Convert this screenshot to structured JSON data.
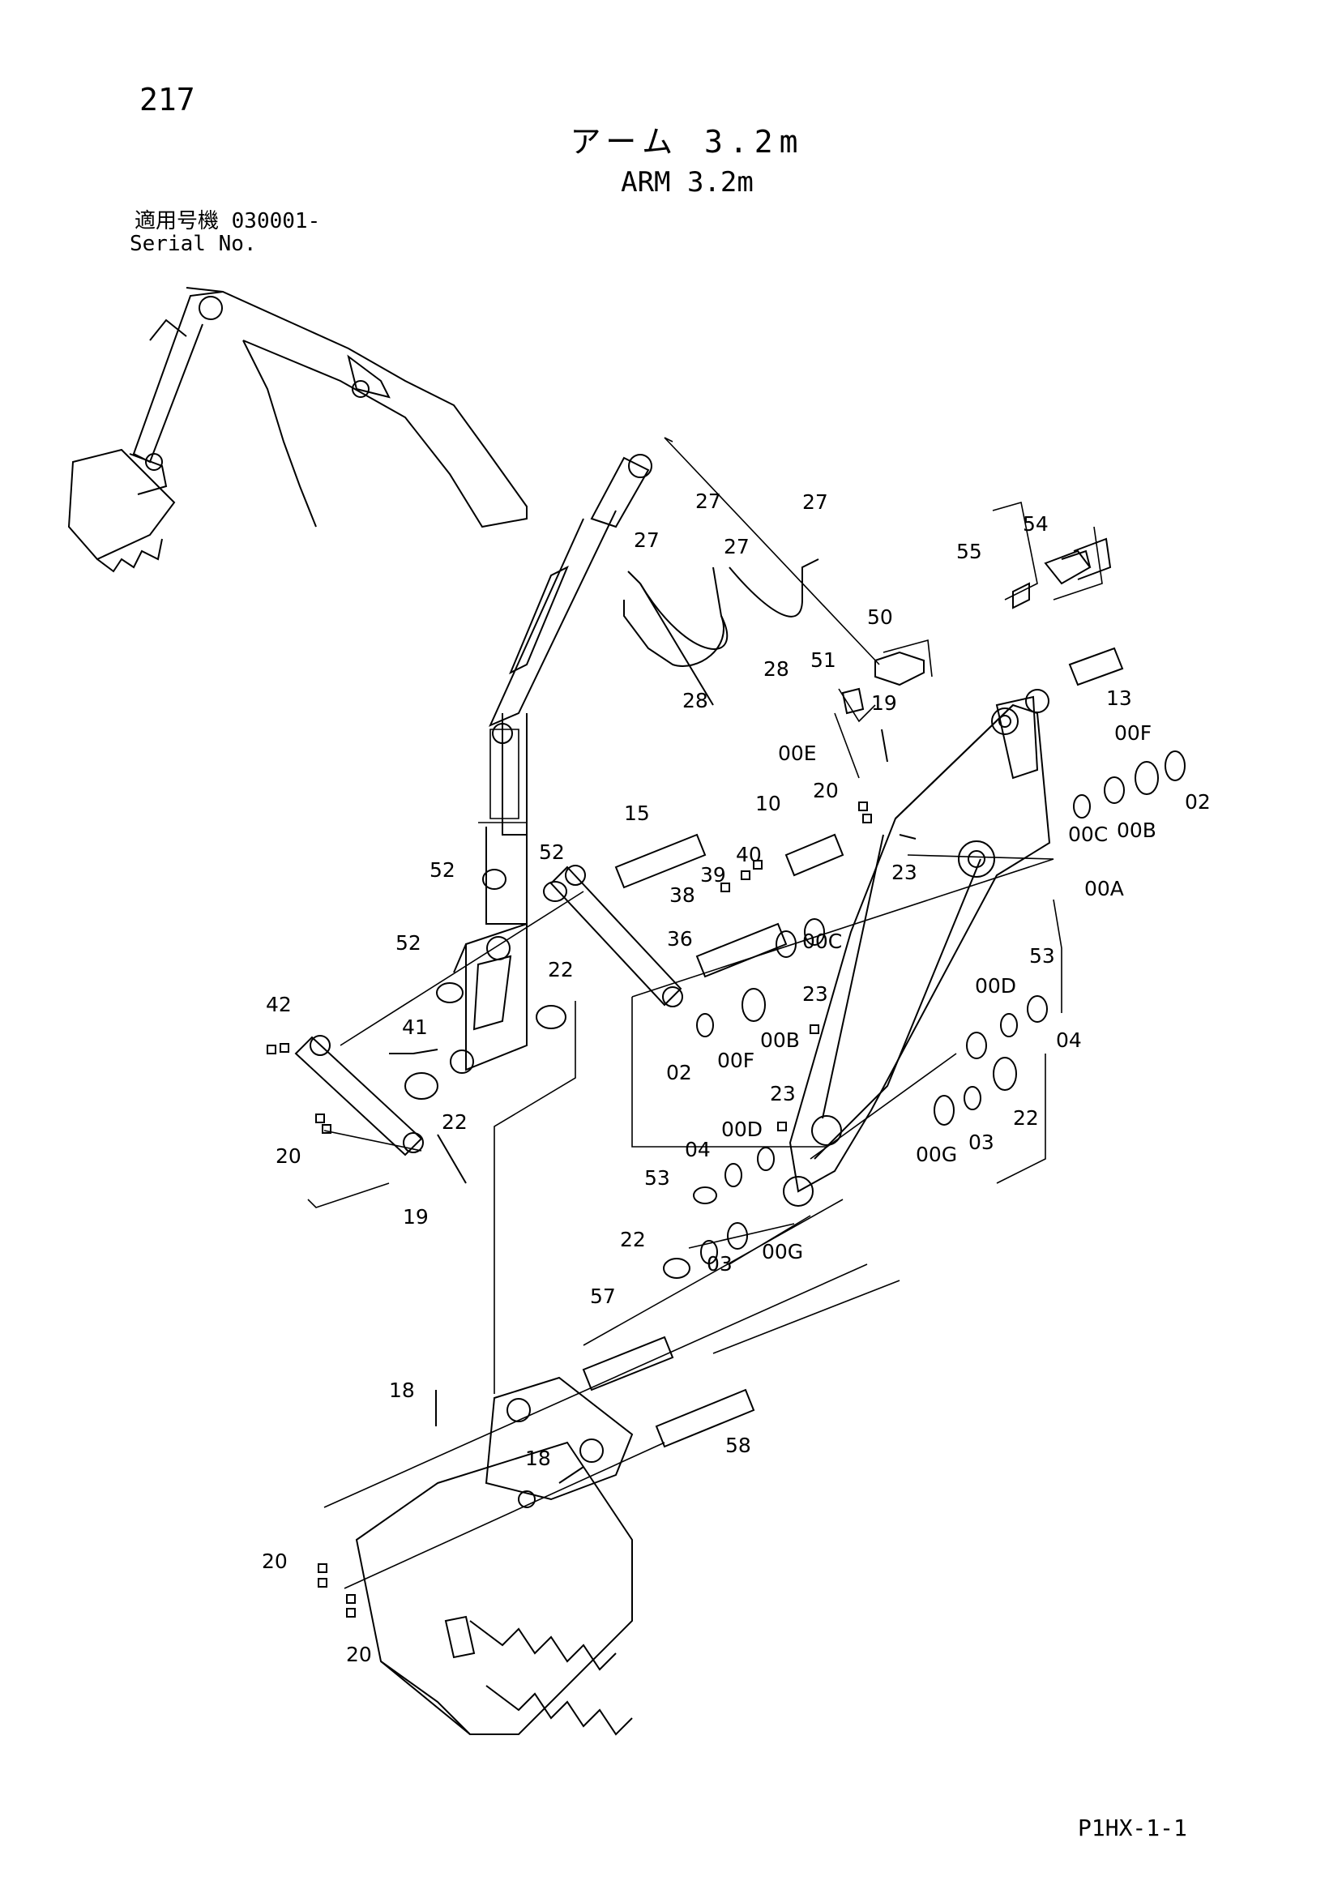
{
  "header": {
    "page_number": "217",
    "title_jp": "アーム 3.2m",
    "title_en": "ARM 3.2m",
    "serial_label_jp": "適用号機 030001-",
    "serial_label_en": "Serial No."
  },
  "footer": {
    "drawing_code": "P1HX-1-1"
  },
  "callouts": [
    "27",
    "27",
    "27",
    "27",
    "28",
    "28",
    "55",
    "54",
    "50",
    "51",
    "19",
    "13",
    "00F",
    "02",
    "00E",
    "20",
    "00C",
    "00B",
    "15",
    "10",
    "40",
    "39",
    "38",
    "23",
    "00A",
    "52",
    "52",
    "52",
    "36",
    "00C",
    "22",
    "42",
    "41",
    "02",
    "00F",
    "00B",
    "23",
    "53",
    "00D",
    "04",
    "22",
    "20",
    "19",
    "23",
    "00D",
    "04",
    "53",
    "22",
    "00G",
    "03",
    "22",
    "03",
    "00G",
    "57",
    "18",
    "58",
    "18",
    "20",
    "20"
  ]
}
